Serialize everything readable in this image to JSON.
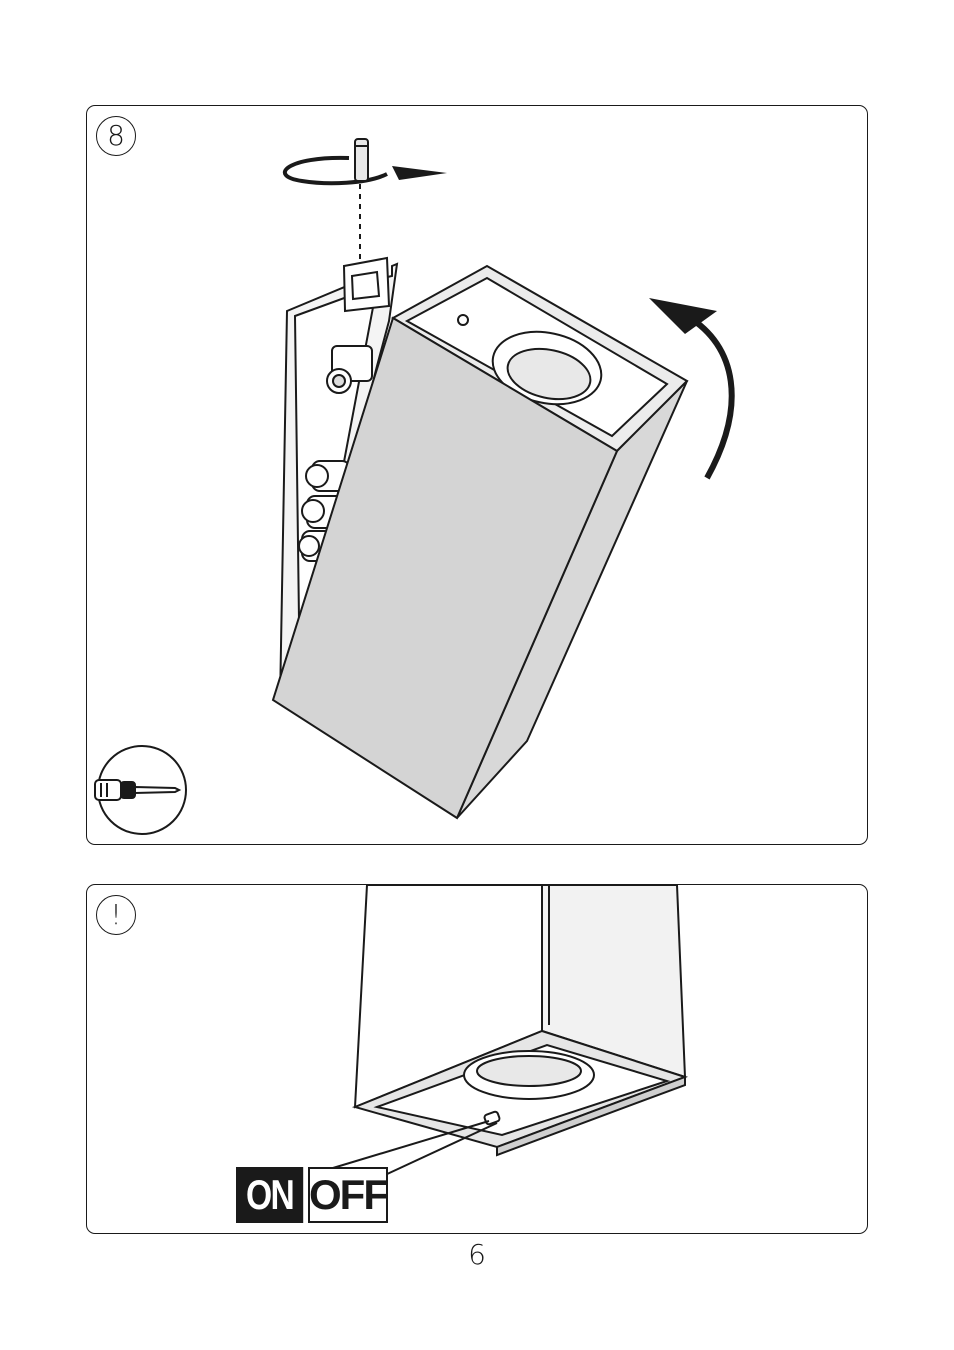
{
  "step": {
    "number": "8"
  },
  "note": {
    "symbol": "!"
  },
  "switch": {
    "on_label": "ON",
    "off_label": "OFF"
  },
  "page": {
    "number": "6"
  },
  "colors": {
    "line": "#1a1a1a",
    "shade": "#d4d4d4",
    "light": "#ececec"
  },
  "icons": [
    "rotate-arrow-icon",
    "tilt-arrow-icon",
    "screwdriver-icon"
  ]
}
